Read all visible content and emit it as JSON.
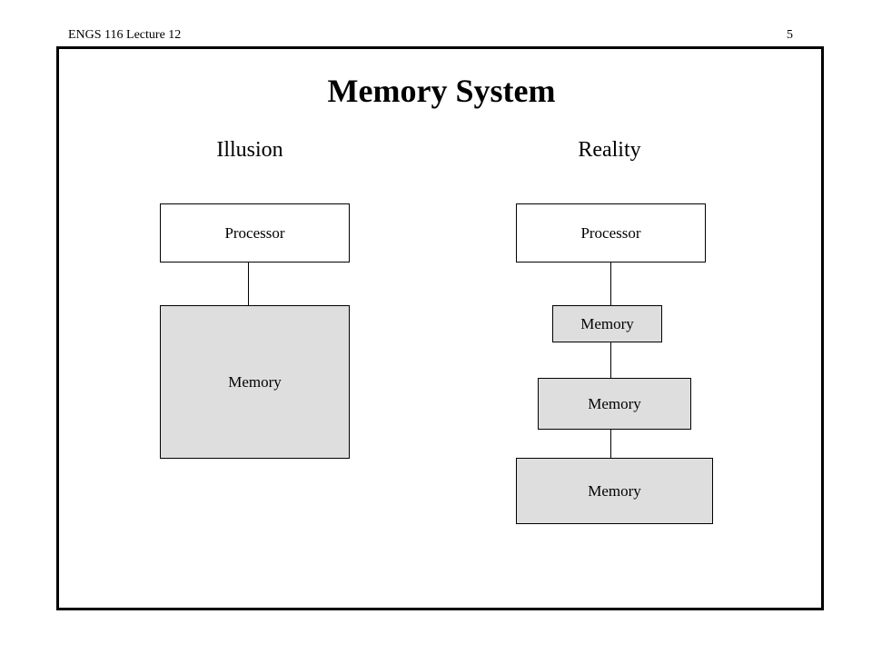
{
  "header": {
    "left": "ENGS 116  Lecture 12",
    "page_number": "5"
  },
  "title": "Memory System",
  "illusion": {
    "label": "Illusion",
    "processor_label": "Processor",
    "memory_label": "Memory"
  },
  "reality": {
    "label": "Reality",
    "processor_label": "Processor",
    "memory_levels": [
      "Memory",
      "Memory",
      "Memory"
    ]
  },
  "colors": {
    "memory_fill": "#dedede",
    "processor_fill": "#ffffff",
    "border": "#000000"
  }
}
